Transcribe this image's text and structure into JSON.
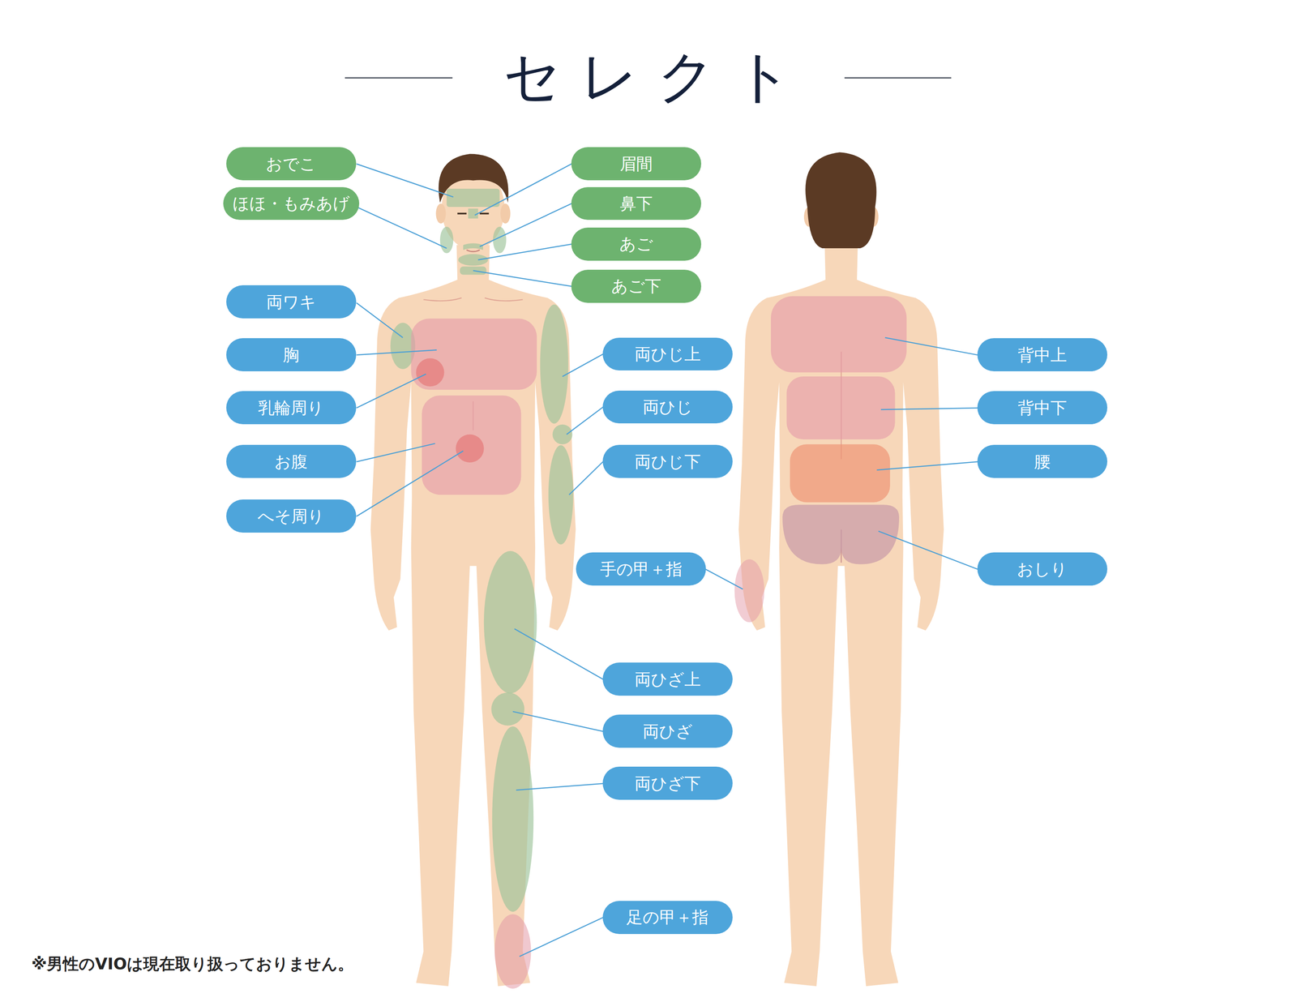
{
  "diagram": {
    "title": "セレクト",
    "nodes": [
      {
        "text": [
          "おでこ"
        ]
      },
      {
        "text": [
          "眉間"
        ]
      },
      {
        "text": [
          "ほほ・もみあげ"
        ]
      },
      {
        "text": [
          "鼻下"
        ]
      },
      {
        "text": [
          "あご"
        ]
      },
      {
        "text": [
          "あご下"
        ]
      },
      {
        "text": [
          "両ワキ"
        ]
      },
      {
        "text": [
          "胸"
        ]
      },
      {
        "text": [
          "両ひじ上"
        ]
      },
      {
        "text": [
          "背中上"
        ]
      },
      {
        "text": [
          "乳輪周り"
        ]
      },
      {
        "text": [
          "両ひじ"
        ]
      },
      {
        "text": [
          "背中下"
        ]
      },
      {
        "text": [
          "お腹"
        ]
      },
      {
        "text": [
          "両ひじ下"
        ]
      },
      {
        "text": [
          "腰"
        ]
      },
      {
        "text": [
          "へそ周り"
        ]
      },
      {
        "text": [
          "手の甲＋指"
        ]
      },
      {
        "text": [
          "おしり"
        ]
      },
      {
        "text": [
          "両ひざ上"
        ]
      },
      {
        "text": [
          "両ひざ"
        ]
      },
      {
        "text": [
          "両ひざ下"
        ]
      },
      {
        "text": [
          "足の甲＋指"
        ]
      }
    ],
    "labels": [
      "※男性のVIOは現在取り扱っておりません。"
    ]
  }
}
